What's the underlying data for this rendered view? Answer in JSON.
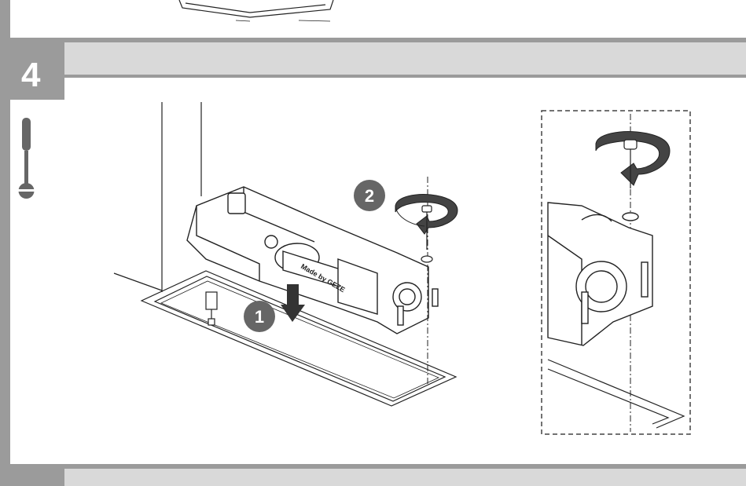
{
  "step": {
    "number": "4"
  },
  "callouts": {
    "first": "1",
    "second": "2"
  },
  "product_marking": "Made by GEZE",
  "tool": {
    "icon": "screwdriver-icon"
  },
  "colors": {
    "frame_gray": "#9b9b9b",
    "band_gray": "#d9d9d9",
    "line_dark": "#222222",
    "callout_fill": "#666666"
  }
}
